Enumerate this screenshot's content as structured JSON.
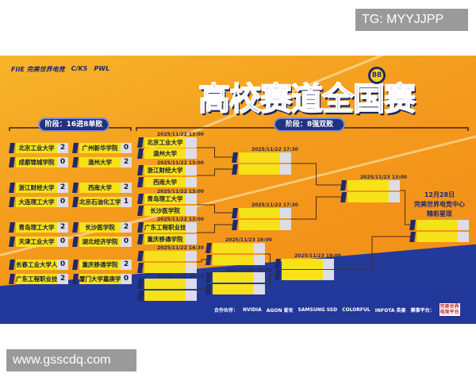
{
  "watermarks": {
    "tg": "TG: MYYJJPP",
    "site": "www.gsscdq.com"
  },
  "poster": {
    "logos": [
      "FIIE 完美世界电竞",
      "C/KS",
      "PWL"
    ],
    "title": "高校赛道全国赛",
    "badge": "88",
    "stage_left": "阶段：16进8单败",
    "stage_right": "阶段：8强双败",
    "venue": [
      "12月28日",
      "完美世界电竞中心",
      "精彩星现"
    ],
    "sponsors": [
      "合作伙伴：",
      "NVIDIA",
      "AGON 爱攻",
      "SAMSUNG SSD",
      "COLORFUL",
      "INFOTA 英泰",
      "赛事平台：",
      "完美世界电竞平台"
    ],
    "colors": {
      "navy": "#1f2a6b",
      "yellow": "#f7e21a",
      "orange": "#f49a1c",
      "blue": "#243a9a"
    }
  },
  "round16": [
    {
      "a": "北京工业大学",
      "as": "2",
      "b": "成都锦城学院",
      "bs": "0"
    },
    {
      "a": "广州新华学院",
      "as": "0",
      "b": "温州大学",
      "bs": "2"
    },
    {
      "a": "浙江财经大学",
      "as": "2",
      "b": "大连理工大学",
      "bs": "0"
    },
    {
      "a": "西南大学",
      "as": "2",
      "b": "北京石油化工学院",
      "bs": "1"
    },
    {
      "a": "青岛理工大学",
      "as": "2",
      "b": "天津工业大学",
      "bs": "0"
    },
    {
      "a": "长沙医学院",
      "as": "2",
      "b": "湖北经济学院",
      "bs": "0"
    },
    {
      "a": "长春工业大学人文信息学院",
      "as": "0",
      "b": "广东工程职业技术学院",
      "bs": "2"
    },
    {
      "a": "重庆移通学院",
      "as": "2",
      "b": "厦门大学嘉庚学院",
      "bs": "0"
    }
  ],
  "upper_r1": [
    {
      "date": "2025/11/22 13:00",
      "a": "北京工业大学",
      "b": "温州大学"
    },
    {
      "date": "2025/11/22 13:00",
      "a": "浙江财经大学",
      "b": "西南大学"
    },
    {
      "date": "2025/11/22 13:00",
      "a": "青岛理工大学",
      "b": "长沙医学院"
    },
    {
      "date": "2025/11/22 13:00",
      "a": "广东工程职业技术学院",
      "b": "重庆移通学院"
    }
  ],
  "upper_r2": [
    {
      "date": "2025/11/22 17:30",
      "a": "",
      "b": ""
    },
    {
      "date": "2025/11/22 17:30",
      "a": "",
      "b": ""
    }
  ],
  "lower_r1": [
    {
      "date": "2025/11/22 14:30",
      "a": "",
      "b": ""
    },
    {
      "date": "2025/11/22 14:30",
      "a": "",
      "b": ""
    }
  ],
  "lower_r2": [
    {
      "date": "2025/11/23 16:00",
      "a": "",
      "b": ""
    },
    {
      "date": "2025/11/23 16:00",
      "a": "",
      "b": ""
    }
  ],
  "lower_r3": [
    {
      "date": "2025/11/23 19:00",
      "a": "",
      "b": ""
    }
  ],
  "upper_final": [
    {
      "date": "2025/11/23 13:00",
      "a": "",
      "b": ""
    }
  ],
  "grand_final": [
    {
      "date": "",
      "a": "",
      "b": ""
    }
  ]
}
